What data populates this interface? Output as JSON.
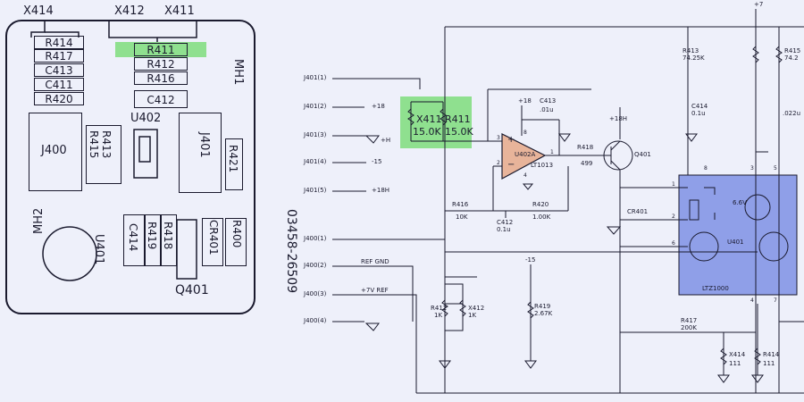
{
  "board": {
    "top_labels": [
      "X414",
      "X412",
      "X411"
    ],
    "components": {
      "r414": "R414",
      "r417": "R417",
      "c413": "C413",
      "c411": "C411",
      "r420": "R420",
      "r411": "R411",
      "r412": "R412",
      "r416": "R416",
      "c412": "C412",
      "u402": "U402",
      "j400": "J400",
      "j401": "J401",
      "r413": "R413",
      "r415": "R415",
      "r421": "R421",
      "mh1": "MH1",
      "mh2": "MH2",
      "u401": "U401",
      "c414": "C414",
      "r419": "R419",
      "r418": "R418",
      "cr401": "CR401",
      "r400": "R400",
      "q401": "Q401"
    },
    "part_number": "03458-26509"
  },
  "schematic": {
    "supply_top": "+7",
    "inputs": [
      "J401(1)",
      "J401(2)",
      "J401(3)",
      "J401(4)",
      "J401(5)",
      "J400(1)",
      "J400(2)",
      "J400(3)",
      "J400(4)"
    ],
    "pin_levels": [
      "+18",
      "+H",
      "-15",
      "+18H"
    ],
    "ref_gnd": "REF GND",
    "ref7": "+7V REF",
    "highlight": {
      "x411": "X411",
      "r411": "R411",
      "v1": "15.0K",
      "v2": "15.0K"
    },
    "opamp": {
      "name": "U402A",
      "part": "LT1013",
      "plus": "+",
      "minus": "−",
      "pins": [
        "3",
        "2",
        "1",
        "8",
        "4"
      ]
    },
    "parts": {
      "c413": "C413",
      "c413v": ".01u",
      "r418": "R418",
      "r418v": "499",
      "q401": "Q401",
      "r416": "R416",
      "r416v": "10K",
      "c412": "C412",
      "c412v": "0.1u",
      "r420": "R420",
      "r420v": "1.00K",
      "r413": "R413",
      "r413v": "74.25K",
      "c414": "C414",
      "c414v": "0.1u",
      "r415": "R415",
      "r415v": "74.2",
      "c4xx": ".022u",
      "cr401": "CR401",
      "zener": "6.6V",
      "u401": "U401",
      "u401part": "LTZ1000",
      "r412": "R412",
      "r412v": "1K",
      "x412": "X412",
      "x412v": "1K",
      "r419": "R419",
      "r419v": "2.67K",
      "r417": "R417",
      "r417v": "200K",
      "x414": "X414",
      "x414v": "111",
      "r414": "R414",
      "r414v": "111",
      "m15": "-15",
      "p18": "+18",
      "p18h": "+18H"
    },
    "u401pins": [
      "8",
      "3",
      "5",
      "1",
      "2",
      "6",
      "4",
      "7"
    ]
  },
  "colors": {
    "ink": "#1a1a2e",
    "bg": "#eef0fa",
    "opamp": "#e8b49a",
    "ltz": "#8f9fe8",
    "highlight": "#8fe08f"
  }
}
